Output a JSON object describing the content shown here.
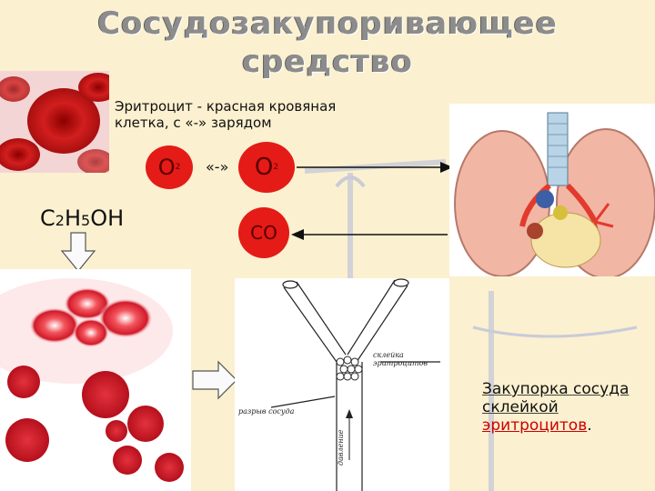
{
  "title": {
    "line1": "Сосудозакупоривающее",
    "line2": "средство"
  },
  "description": {
    "line1": "Эритроцит - красная кровяная",
    "line2": "клетка, с  «-» зарядом"
  },
  "molecules": {
    "o2_left": "O",
    "o2_left_sub": "2",
    "charge": "«-»",
    "o2_right": "O",
    "o2_right_sub": "2",
    "co": "CO",
    "ethanol": {
      "c": "C",
      "n1": "2",
      "h": "H",
      "n2": "5",
      "oh": "OH"
    }
  },
  "diagram": {
    "label_glue": "склейка эритроцитов",
    "label_vessel": "разрыв сосуда",
    "label_pressure": "давление"
  },
  "caption": {
    "line1": "Закупорка сосуда",
    "line2": "склейкой",
    "line3_accent": "эритроцитов",
    "line3_end": "."
  },
  "colors": {
    "background": "#fbf0cf",
    "cell_red": "#e41b17",
    "accent": "#cc0000"
  }
}
